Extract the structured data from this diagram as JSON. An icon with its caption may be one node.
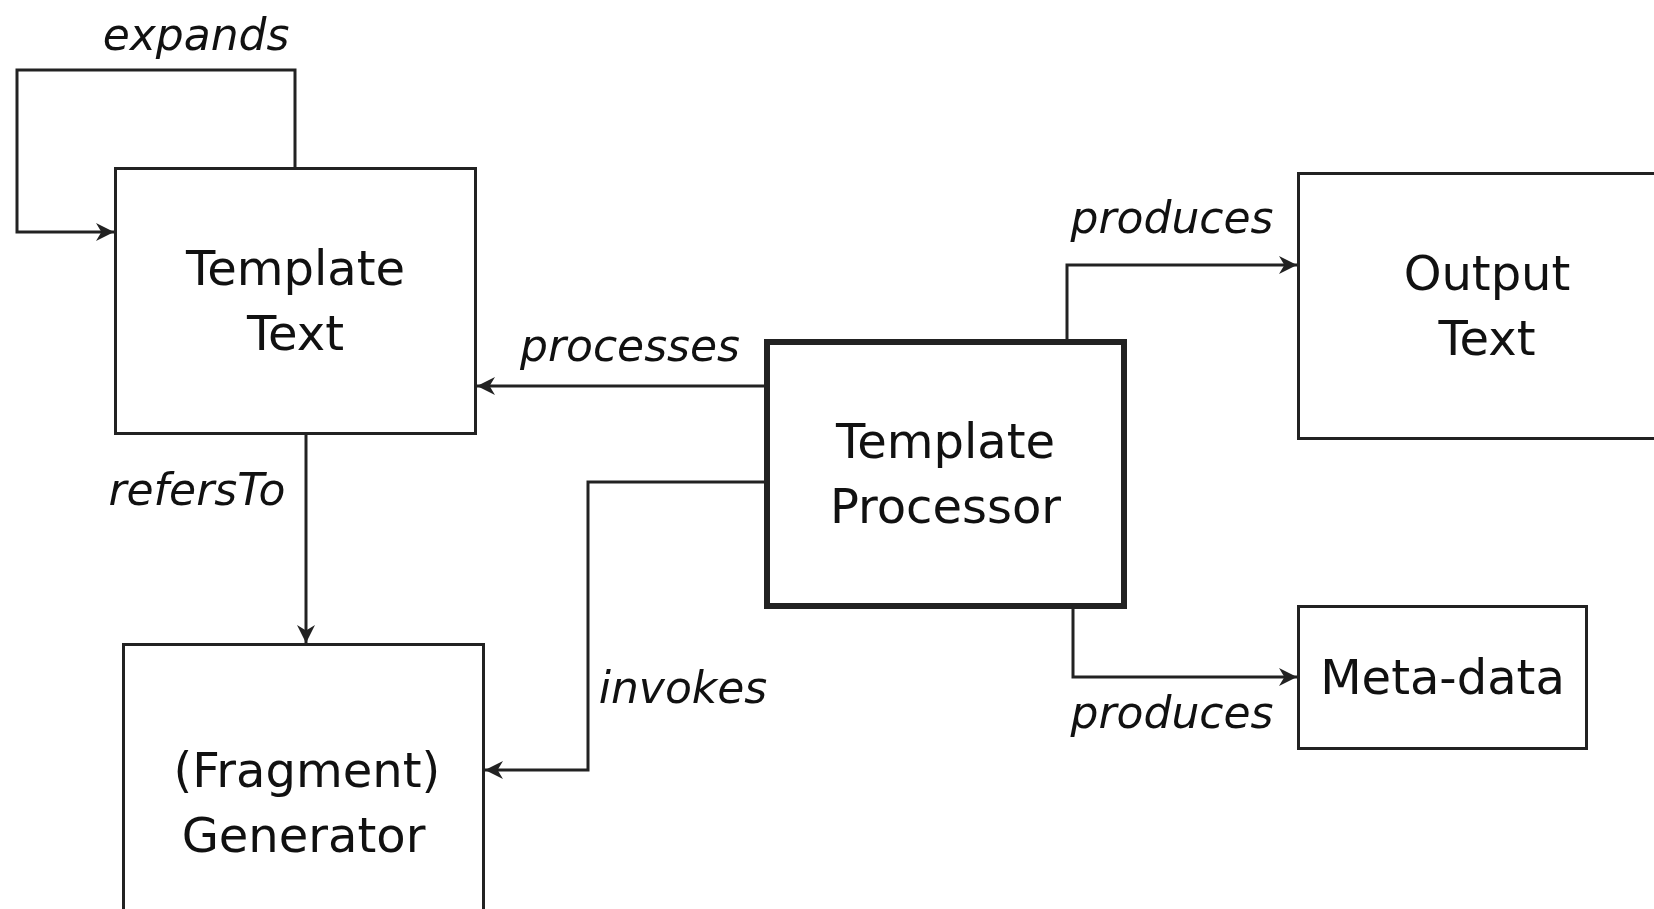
{
  "diagram": {
    "nodes": [
      {
        "text": [
          "Template Text"
        ]
      },
      {
        "text": [
          "Template Processor"
        ]
      },
      {
        "text": [
          "Output Text"
        ]
      },
      {
        "text": [
          "Meta-data"
        ]
      },
      {
        "text": [
          "(Fragment) Generator"
        ]
      }
    ],
    "edges": [
      {
        "from": 0,
        "to": 0,
        "arrow": "to",
        "label": "expands"
      },
      {
        "from": 1,
        "to": 0,
        "arrow": "to",
        "label": "processes"
      },
      {
        "from": 0,
        "to": 4,
        "arrow": "to",
        "label": "refersTo"
      },
      {
        "from": 1,
        "to": 4,
        "arrow": "to",
        "label": "invokes"
      },
      {
        "from": 1,
        "to": 2,
        "arrow": "to",
        "label": "produces"
      },
      {
        "from": 1,
        "to": 3,
        "arrow": "to",
        "label": "produces"
      }
    ]
  }
}
